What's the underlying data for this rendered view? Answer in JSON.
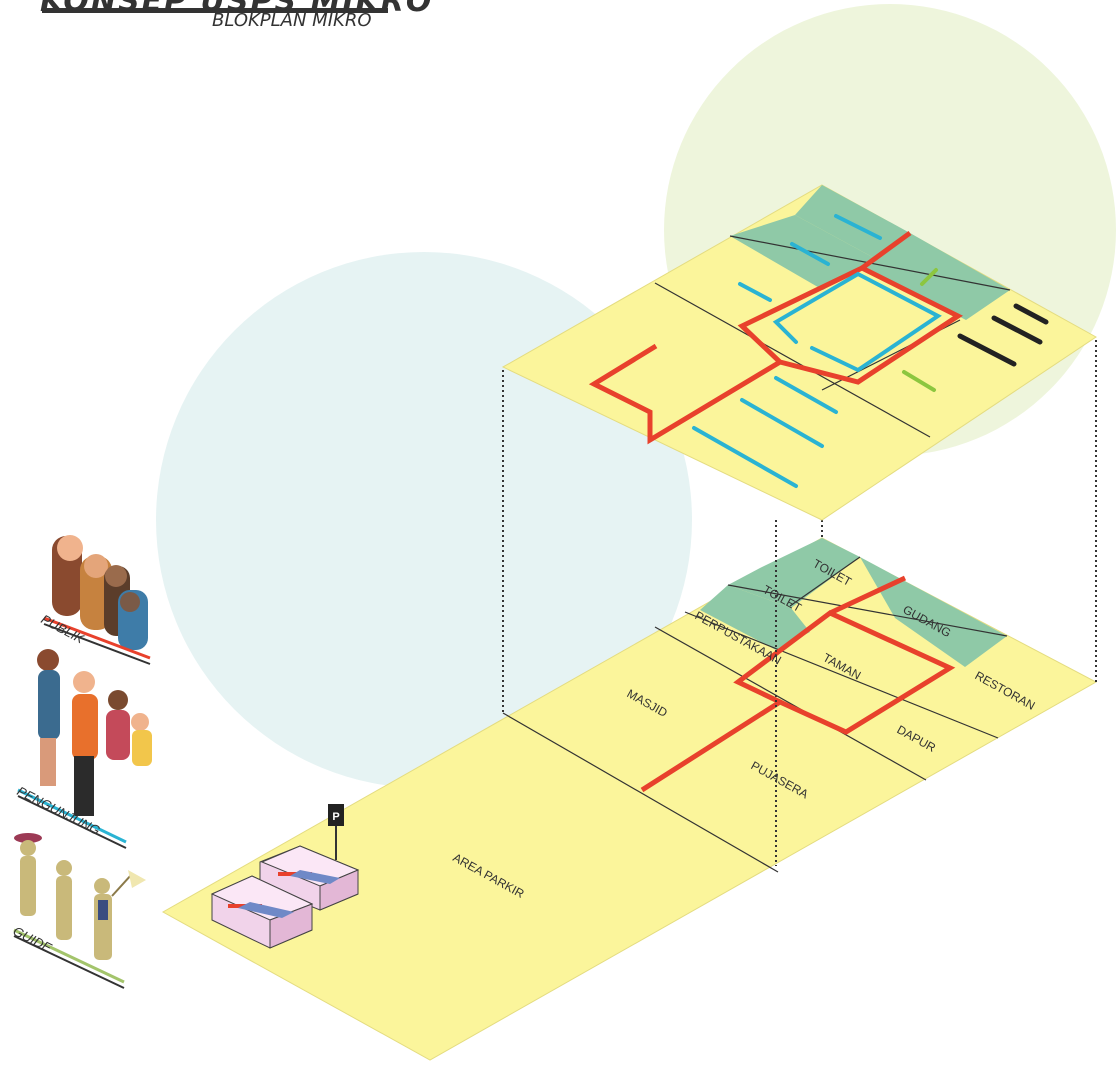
{
  "header": {
    "title": "KONSEP USPS MIKRO",
    "subtitle": "BLOKPLAN MIKRO"
  },
  "zones": {
    "toilet_a": "TOILET",
    "toilet_b": "TOILET",
    "gudang": "GUDANG",
    "perpustakaan": "PERPUSTAKAAN",
    "taman": "TAMAN",
    "restoran": "RESTORAN",
    "masjid": "MASJID",
    "dapur": "DAPUR",
    "pujasera": "PUJASERA",
    "area_parkir": "AREA PARKIR"
  },
  "users": {
    "publik": "PUBLIK",
    "pengunjung": "PENGUNJUNG",
    "guide": "GUIDE"
  },
  "parking_sign": "P",
  "colors": {
    "floor_yellow": "#fbf59b",
    "service_green": "#8fc9a7",
    "path_red": "#e8412c",
    "circulation_blue": "#2ab3d3",
    "circle_blue": "#e6f3f3",
    "circle_green": "#eef5dc",
    "line_dark": "#333333"
  }
}
